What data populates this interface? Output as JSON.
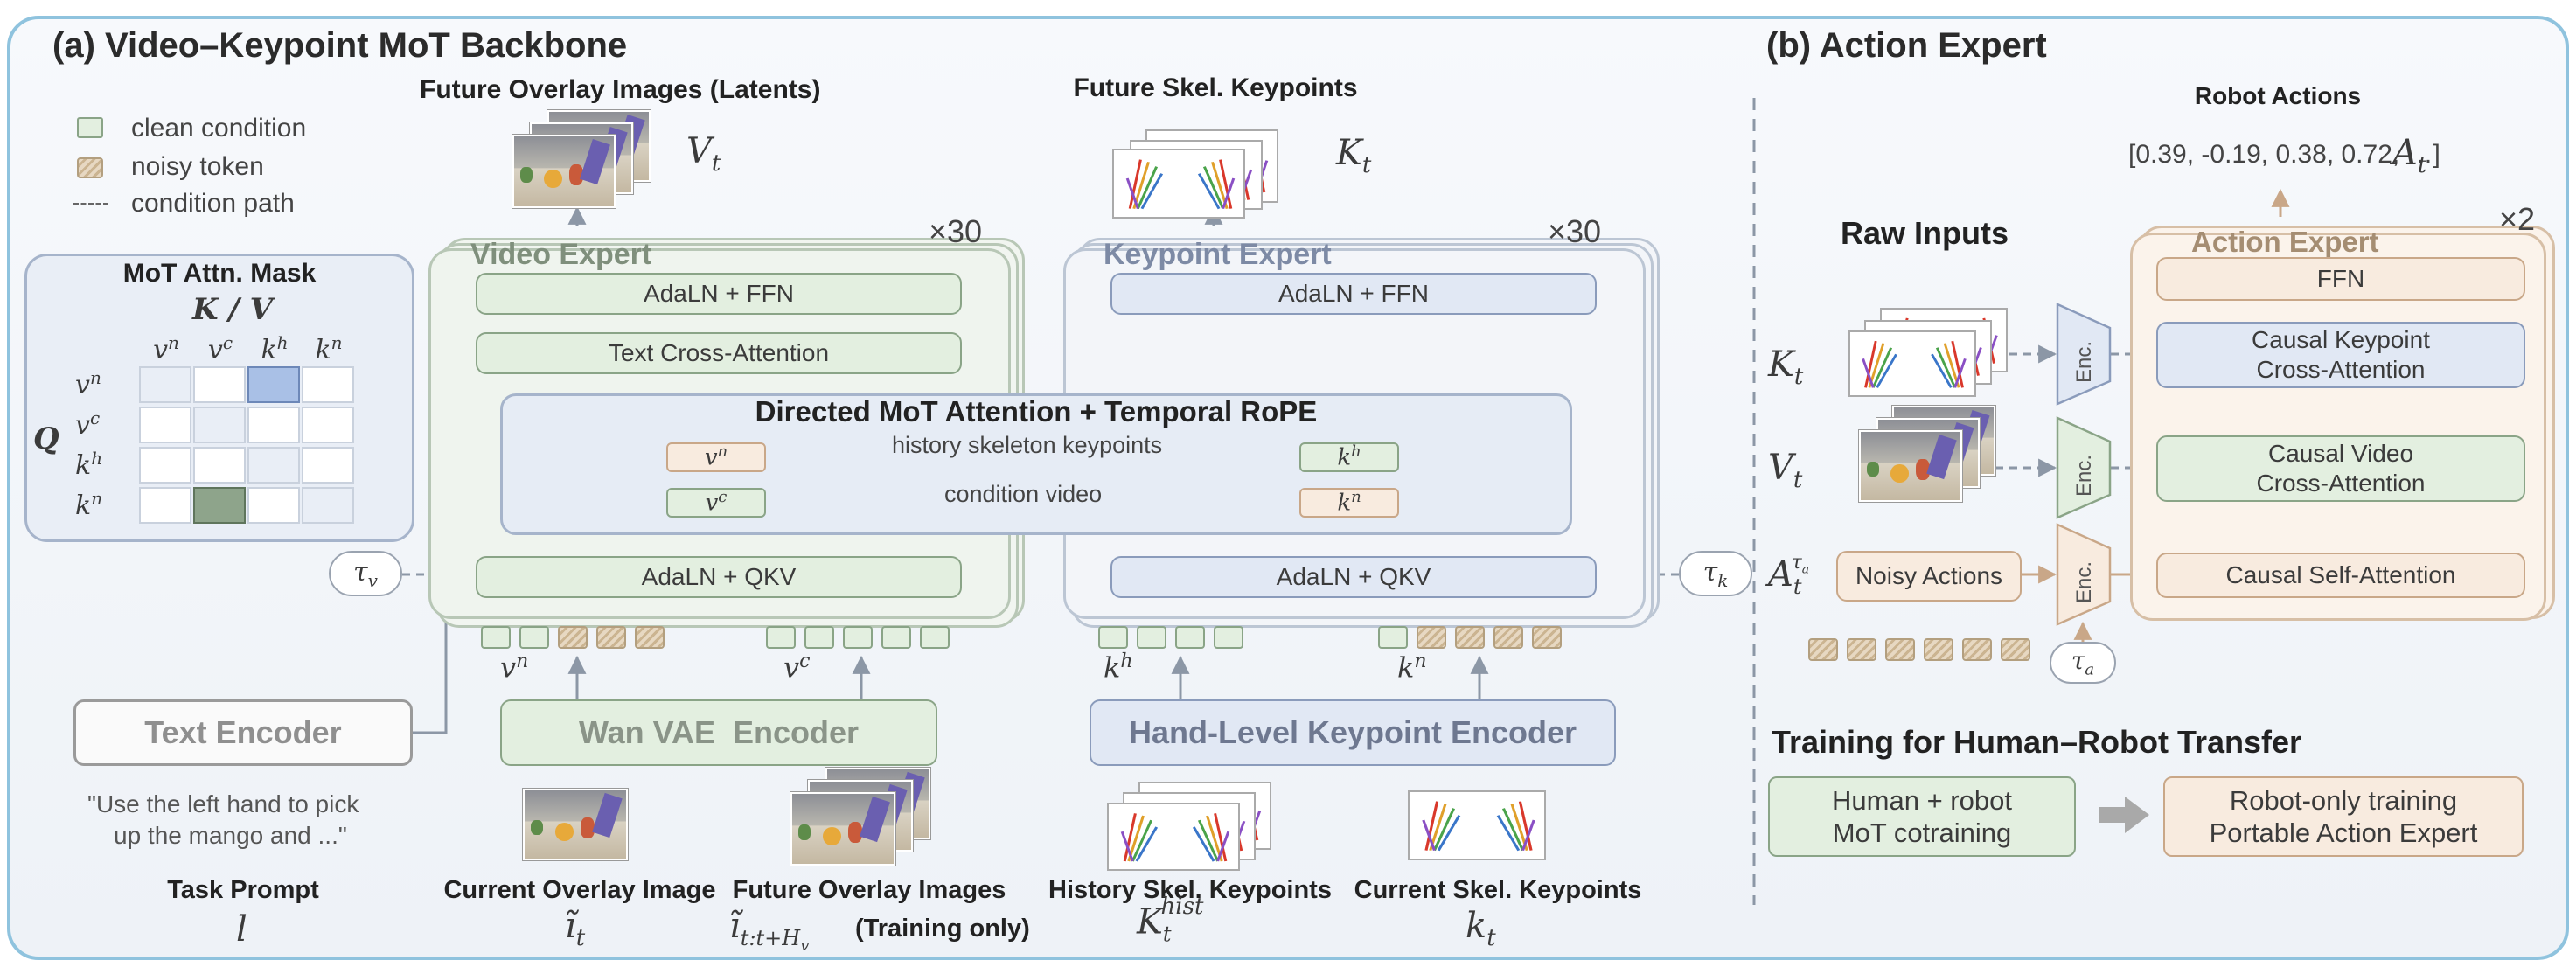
{
  "section_a": {
    "title": "(a) Video–Keypoint MoT Backbone",
    "legend": {
      "clean": "clean condition",
      "noisy": "noisy token",
      "path": "condition path"
    },
    "future_overlay_latents": "Future Overlay Images (Latents)",
    "v_t": "V",
    "future_skel_keypoints": "Future Skel. Keypoints",
    "k_t": "K",
    "repeat": "×30",
    "mask": {
      "title": "MoT Attn. Mask",
      "kv_label": "K / V",
      "q_label": "Q",
      "cols": [
        "v",
        "v",
        "k",
        "k"
      ],
      "col_sup": [
        "n",
        "c",
        "h",
        "n"
      ],
      "rows": [
        "v",
        "v",
        "k",
        "k"
      ],
      "row_sup": [
        "n",
        "c",
        "h",
        "n"
      ]
    },
    "video_expert": {
      "title": "Video Expert",
      "adaln_ffn": "AdaLN + FFN",
      "text_cross": "Text Cross-Attention",
      "adaln_qkv": "AdaLN + QKV"
    },
    "keypoint_expert": {
      "title": "Keypoint Expert",
      "adaln_ffn": "AdaLN + FFN",
      "adaln_qkv": "AdaLN + QKV"
    },
    "directed": {
      "title": "Directed MoT Attention + Temporal RoPE",
      "history_label": "history skeleton keypoints",
      "condition_label": "condition video"
    },
    "tau_v": "τ",
    "tau_v_sub": "v",
    "tau_k": "τ",
    "tau_k_sub": "k",
    "text_encoder": "Text Encoder",
    "wan_vae": "Wan VAE  Encoder",
    "hand_encoder": "Hand-Level Keypoint Encoder",
    "prompt_quote": [
      "\"Use the left hand to pick",
      "up the mango and ...\""
    ],
    "captions": {
      "task_prompt": "Task Prompt",
      "current_overlay": "Current Overlay Image",
      "future_overlay": "Future Overlay Images",
      "training_only": "(Training only)",
      "history_skel": "History Skel. Keypoints",
      "current_skel": "Current Skel. Keypoints"
    },
    "symbols": {
      "l": "l",
      "i_t": "ĩ",
      "i_future": "ĩ",
      "i_future_sub": "t:t+H",
      "K_hist": "K",
      "k_t": "k"
    },
    "token_labels": [
      "v",
      "v",
      "k",
      "k"
    ],
    "token_sups": [
      "n",
      "c",
      "h",
      "n"
    ]
  },
  "section_b": {
    "title": "(b) Action Expert",
    "robot_actions": "Robot Actions",
    "actions_values": "[0.39, -0.19, 0.38, 0.72, …]",
    "A_t": "A",
    "raw_inputs": "Raw Inputs",
    "repeat": "×2",
    "action_expert": {
      "title": "Action Expert",
      "ffn": "FFN",
      "causal_kp": [
        "Causal Keypoint",
        "Cross-Attention"
      ],
      "causal_video": [
        "Causal Video",
        "Cross-Attention"
      ],
      "causal_self": "Causal Self-Attention"
    },
    "enc": "Enc.",
    "noisy_actions": "Noisy Actions",
    "K_t": "K",
    "V_t": "V",
    "A_tau": "A",
    "tau_a": "τ",
    "tau_a_sub": "a",
    "training_title": "Training for Human–Robot Transfer",
    "cotrain": [
      "Human + robot",
      "MoT cotraining"
    ],
    "robot_only": [
      "Robot-only training",
      "Portable Action Expert"
    ]
  },
  "colors": {
    "clean": "#e3efe0",
    "noisy": "#cbb491",
    "keypoint": "#e1e8f4",
    "action": "#f8ebdf",
    "frame": "#8fc3de"
  }
}
